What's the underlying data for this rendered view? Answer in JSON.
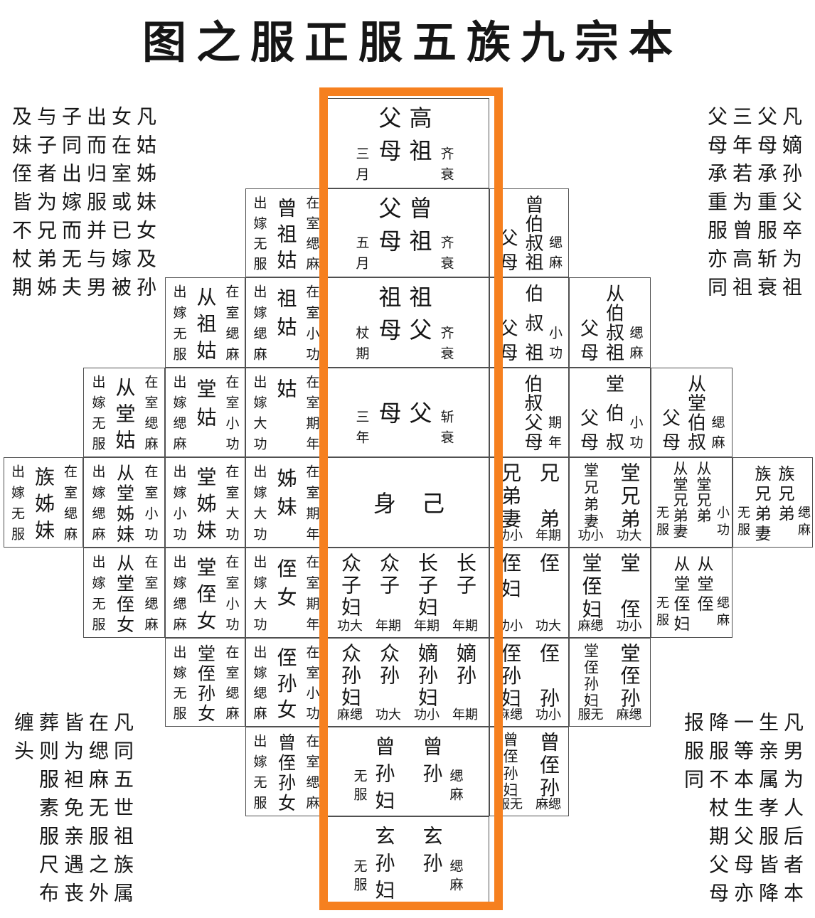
{
  "title": "图之服正服五族九宗本",
  "colors": {
    "highlight_frame": "#F6801F",
    "grid_line": "#505050",
    "text": "#161616",
    "background": "#FFFFFF"
  },
  "notes": {
    "top_left": [
      "凡姑姊妹女及孙",
      "女在室或已嫁被",
      "出而归服并与男",
      "子同出嫁而无夫",
      "与子者为兄弟姊",
      "及妹侄皆不杖期"
    ],
    "top_right": [
      "凡嫡孙父卒为祖",
      "父母承重服斩衰",
      "三年若为曾高祖",
      "父母承重服亦同"
    ],
    "bottom_left": [
      "凡同五世祖族属",
      "在缌麻无服之外",
      "皆为袒免亲遇丧",
      "葬则服素服尺布",
      "缠头"
    ],
    "bottom_right": [
      "凡男为人后者本",
      "生亲属孝服皆降",
      "一等本生父母亦",
      "降服不杖期父母",
      "报服同"
    ]
  },
  "rows": [
    {
      "center": {
        "col1": "高祖",
        "col2": "父母",
        "mourn_right": "齐衰",
        "mourn_left": "三月"
      }
    },
    {
      "left1": {
        "name": "曾祖姑",
        "unmarried": "在室缌麻",
        "married": "出嫁无服"
      },
      "center": {
        "col1": "曾祖",
        "col2": "父母",
        "mourn_right": "齐衰",
        "mourn_left": "五月"
      },
      "right1": {
        "col1": "曾伯叔祖",
        "col2": "父母",
        "mourn_right": "缌麻"
      }
    },
    {
      "left2": {
        "name": "从祖姑",
        "unmarried": "在室缌麻",
        "married": "出嫁无服"
      },
      "left1": {
        "name": "祖姑",
        "unmarried": "在室小功",
        "married": "出嫁缌麻"
      },
      "center": {
        "col1": "祖父",
        "col2": "祖母",
        "mourn_right": "齐衰",
        "mourn_left": "杖期"
      },
      "right1": {
        "col1": "伯叔祖",
        "col2": "父母",
        "mourn_right": "小功"
      },
      "right2": {
        "col1": "从伯叔祖",
        "col2": "父母",
        "mourn_right": "缌麻"
      }
    },
    {
      "left3": {
        "name": "从堂姑",
        "unmarried": "在室缌麻",
        "married": "出嫁无服"
      },
      "left2": {
        "name": "堂姑",
        "unmarried": "在室小功",
        "married": "出嫁缌麻"
      },
      "left1": {
        "name": "姑",
        "unmarried": "在室期年",
        "married": "出嫁大功"
      },
      "center": {
        "col1": "父",
        "col2": "母",
        "mourn_right": "斩衰",
        "mourn_left": "三年"
      },
      "right1": {
        "col1": "伯叔父母",
        "mourn_right": "期年"
      },
      "right2": {
        "col1": "堂伯叔",
        "col2": "父母",
        "mourn_right": "小功"
      },
      "right3": {
        "col1": "从堂伯叔",
        "col2": "父母",
        "mourn_right": "缌麻"
      }
    },
    {
      "left4": {
        "name": "族姊妹",
        "unmarried": "在室缌麻",
        "married": "出嫁无服"
      },
      "left3": {
        "name": "从堂姊妹",
        "unmarried": "在室小功",
        "married": "出嫁缌麻"
      },
      "left2": {
        "name": "堂姊妹",
        "unmarried": "在室大功",
        "married": "出嫁小功"
      },
      "left1": {
        "name": "姊妹",
        "unmarried": "在室期年",
        "married": "出嫁大功"
      },
      "center": {
        "col1": "己",
        "col2": "身"
      },
      "right1": {
        "items": [
          {
            "name": "兄弟",
            "mourn": "年期"
          },
          {
            "name": "兄弟妻",
            "mourn": "功小"
          }
        ]
      },
      "right2": {
        "items": [
          {
            "name": "堂兄弟",
            "mourn": "功大"
          },
          {
            "name": "堂兄弟妻",
            "mourn": "功小"
          }
        ]
      },
      "right3": {
        "col1": "从堂兄弟",
        "col2": "从堂兄弟妻",
        "mourn_right": "小功",
        "mourn_left": "无服"
      },
      "right4": {
        "col1": "族兄弟",
        "col2": "族兄弟妻",
        "mourn_right": "缌麻",
        "mourn_left": "无服"
      }
    },
    {
      "left3": {
        "name": "从堂侄女",
        "unmarried": "在室缌麻",
        "married": "出嫁无服"
      },
      "left2": {
        "name": "堂侄女",
        "unmarried": "在室小功",
        "married": "出嫁缌麻"
      },
      "left1": {
        "name": "侄女",
        "unmarried": "在室期年",
        "married": "出嫁大功"
      },
      "center": {
        "items": [
          {
            "name": "长子",
            "mourn": "年期"
          },
          {
            "name": "长子妇",
            "mourn": "年期"
          },
          {
            "name": "众子",
            "mourn": "年期"
          },
          {
            "name": "众子妇",
            "mourn": "功大"
          }
        ]
      },
      "right1": {
        "items": [
          {
            "name": "侄",
            "mourn": "功大"
          },
          {
            "name": "侄妇",
            "mourn": "功小"
          }
        ]
      },
      "right2": {
        "items": [
          {
            "name": "堂侄",
            "mourn": "功小"
          },
          {
            "name": "堂侄妇",
            "mourn": "麻缌"
          }
        ]
      },
      "right3": {
        "col1": "从堂侄",
        "col2": "从堂侄妇",
        "mourn_right": "缌麻",
        "mourn_left": "无服"
      }
    },
    {
      "left2": {
        "name": "堂侄孙女",
        "unmarried": "在室缌麻",
        "married": "出嫁无服"
      },
      "left1": {
        "name": "侄孙女",
        "unmarried": "在室小功",
        "married": "出嫁缌麻"
      },
      "center": {
        "items": [
          {
            "name": "嫡孙",
            "mourn": "年期"
          },
          {
            "name": "嫡孙妇",
            "mourn": "功小"
          },
          {
            "name": "众孙",
            "mourn": "功大"
          },
          {
            "name": "众孙妇",
            "mourn": "麻缌"
          }
        ]
      },
      "right1": {
        "items": [
          {
            "name": "侄孙",
            "mourn": "功小"
          },
          {
            "name": "侄孙妇",
            "mourn": "麻缌"
          }
        ]
      },
      "right2": {
        "items": [
          {
            "name": "堂侄孙",
            "mourn": "麻缌"
          },
          {
            "name": "堂侄孙妇",
            "mourn": "服无"
          }
        ]
      }
    },
    {
      "left1": {
        "name": "曾侄孙女",
        "unmarried": "在室缌麻",
        "married": "出嫁无服"
      },
      "center": {
        "col1": "曾孙",
        "col2": "曾孙妇",
        "mourn_right": "缌麻",
        "mourn_left": "无服"
      },
      "right1": {
        "items": [
          {
            "name": "曾侄孙",
            "mourn": "麻缌"
          },
          {
            "name": "曾侄孙妇",
            "mourn": "服无"
          }
        ]
      }
    },
    {
      "center": {
        "col1": "玄孙",
        "col2": "玄孙妇",
        "mourn_right": "缌麻",
        "mourn_left": "无服"
      }
    }
  ]
}
